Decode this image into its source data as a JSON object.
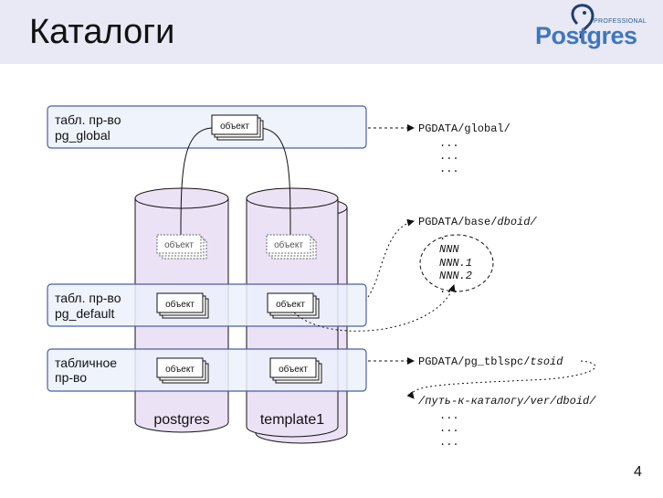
{
  "title": "Каталоги",
  "logo": {
    "small": "PROFESSIONAL",
    "main": "Postgres"
  },
  "slide_number": "4",
  "diagram": {
    "object_label": "объект",
    "databases": [
      "postgres",
      "template1"
    ],
    "tablespaces": [
      {
        "line1": "табл. пр-во",
        "line2": "pg_global"
      },
      {
        "line1": "табл. пр-во",
        "line2": "pg_default"
      },
      {
        "line1": "табличное",
        "line2": "пр-во"
      }
    ],
    "paths": {
      "global_prefix": "PGDATA/global/",
      "base_prefix": "PGDATA/base/",
      "base_var": "dboid/",
      "tblspc_prefix": "PGDATA/pg_tblspc/",
      "tblspc_var": "tsoid",
      "custom_path": "/путь-к-каталогу/ver/dboid/",
      "dots": "...",
      "dot": "."
    },
    "files": [
      "NNN",
      "NNN.1",
      "NNN.2"
    ]
  },
  "colors": {
    "header_bg": "#e9e9f6",
    "band_fill": "#ecf1fb",
    "band_stroke": "#4b5fa0",
    "cylinder_fill": "#ece2f6",
    "logo_blue": "#3f77bd"
  }
}
